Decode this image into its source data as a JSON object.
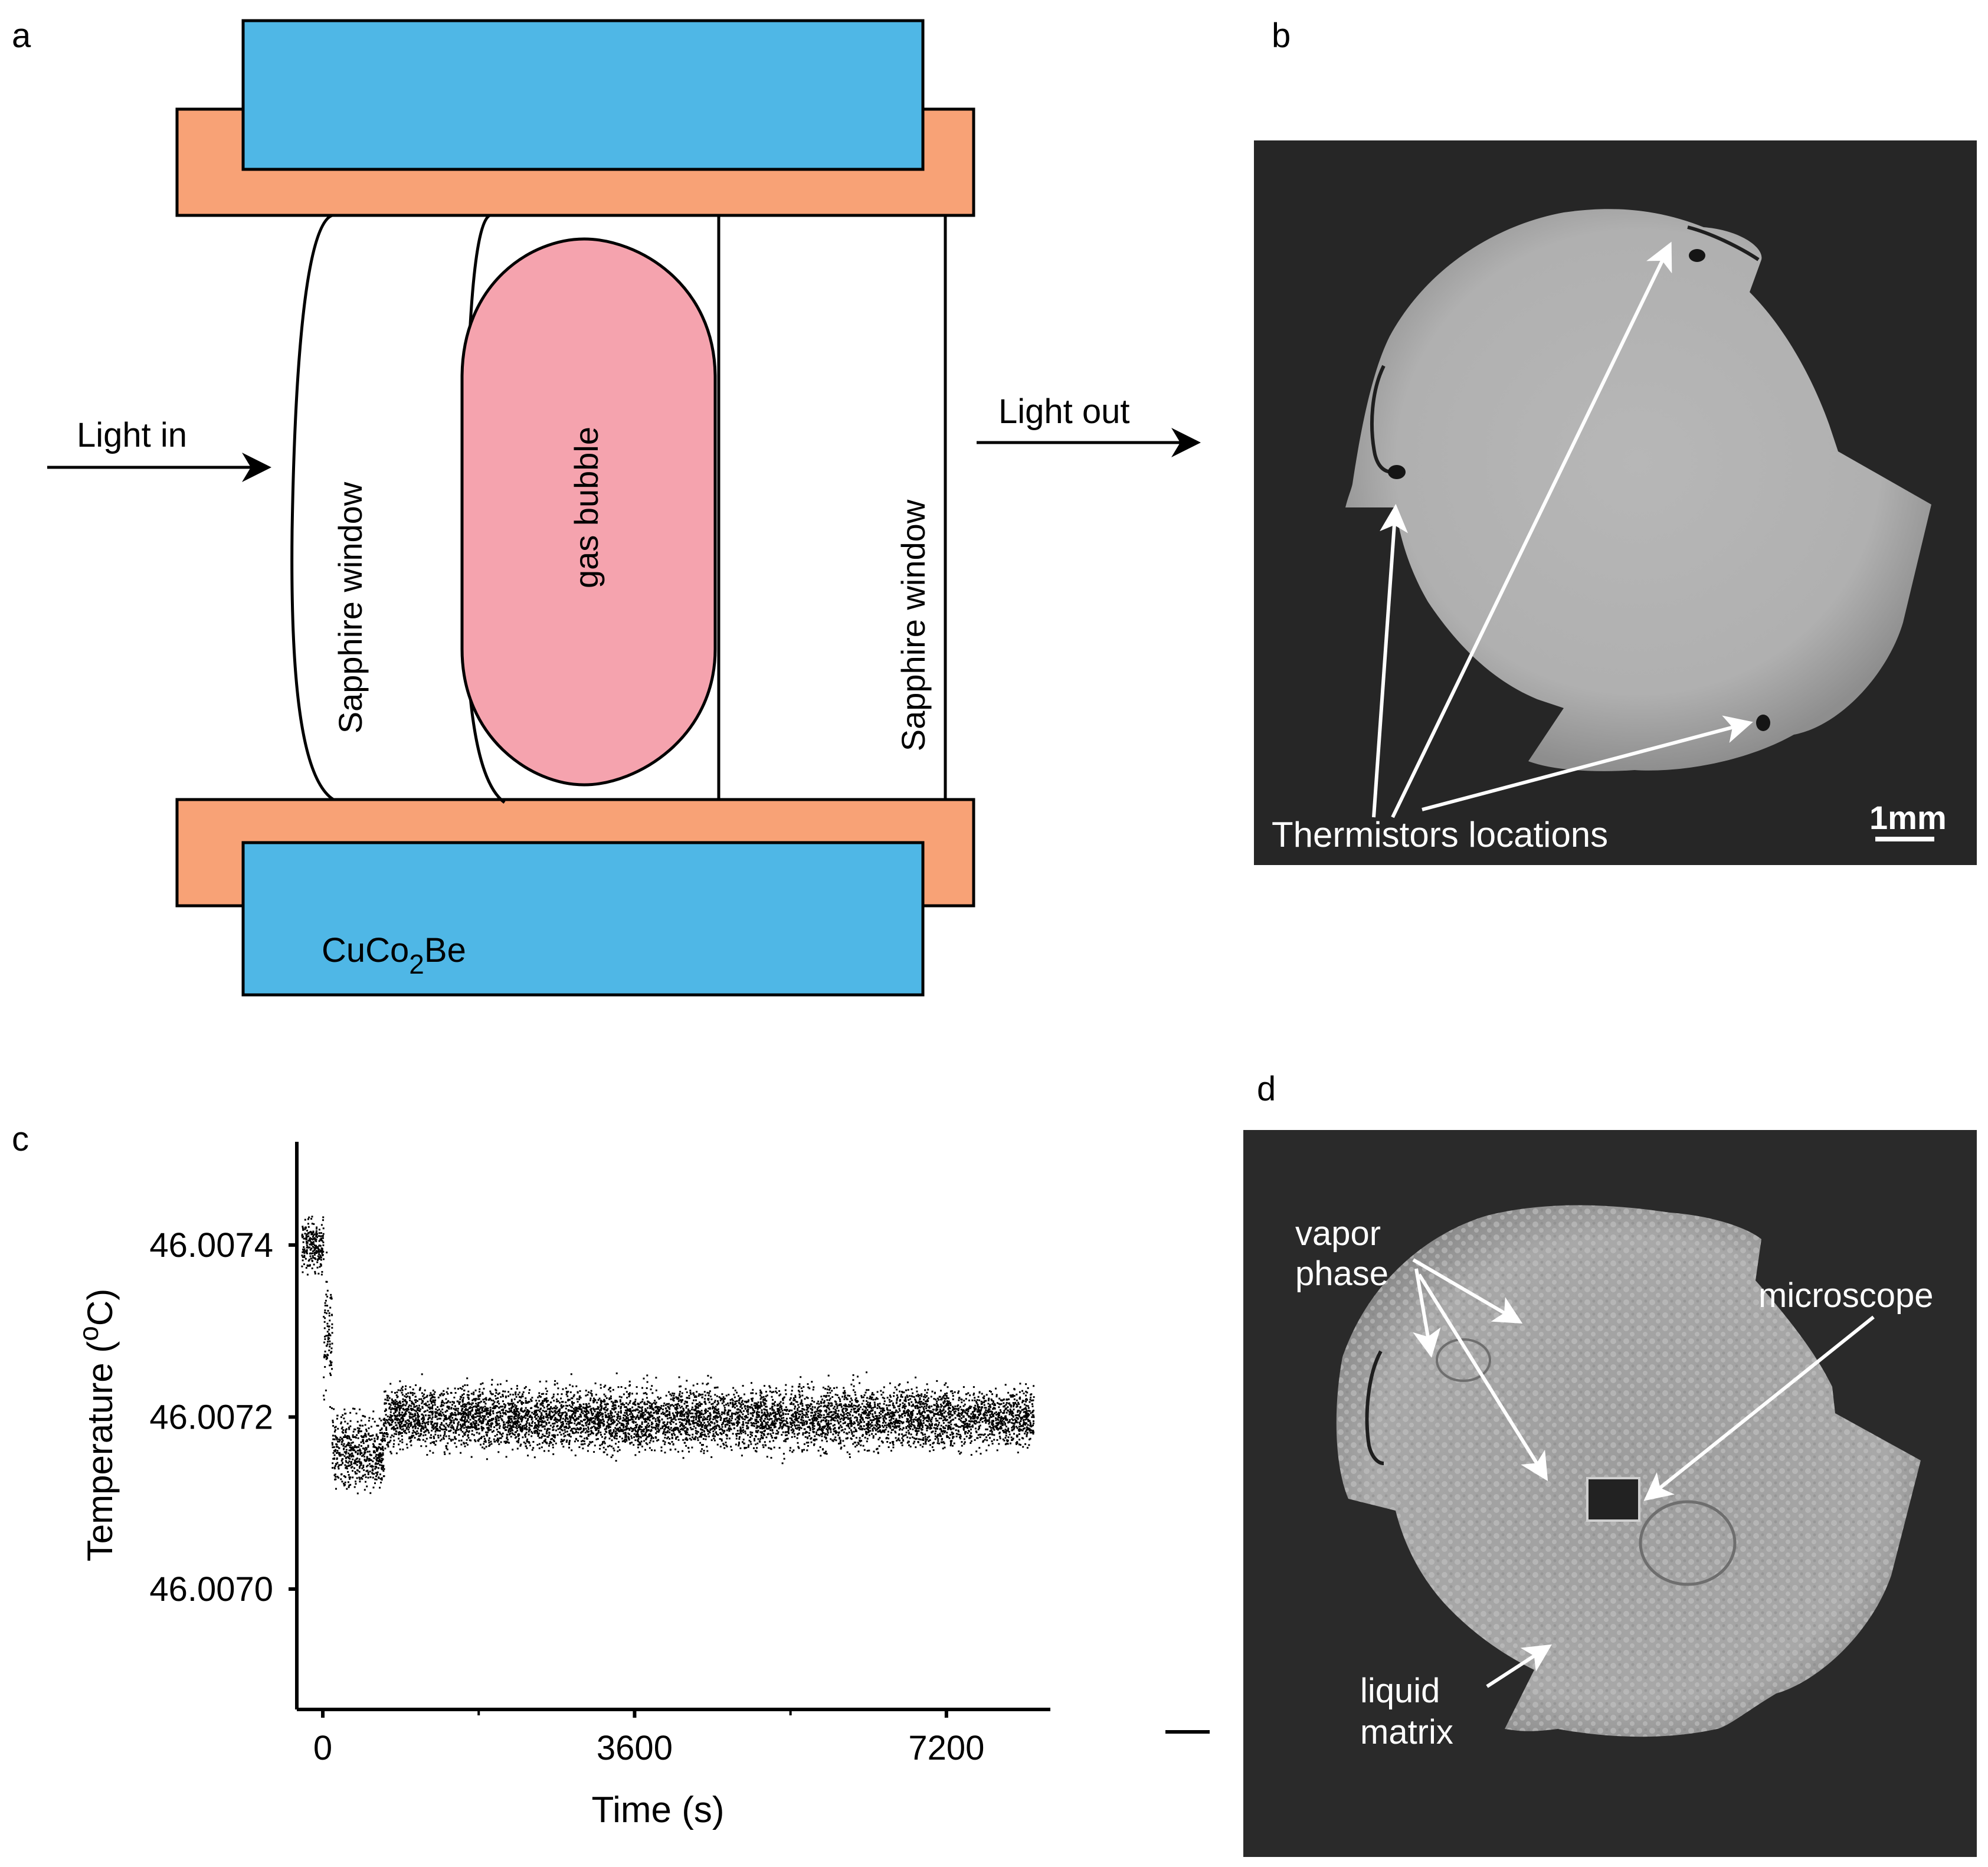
{
  "panel_labels": {
    "a": "a",
    "b": "b",
    "c": "c",
    "d": "d"
  },
  "panel_a": {
    "light_in": "Light in",
    "light_out": "Light out",
    "window_left": "Sapphire window",
    "window_right": "Sapphire window",
    "bubble": "gas bubble",
    "material_base": "CuCo",
    "material_sub": "2",
    "material_tail": "Be",
    "colors": {
      "clamp": "#f8a276",
      "block": "#4fb7e6",
      "bubble": "#f5a3ae"
    }
  },
  "panel_b": {
    "annotation": "Thermistors locations",
    "scale_label": "1mm"
  },
  "panel_d": {
    "vapor_line1": "vapor",
    "vapor_line2": "phase",
    "microscope": "microscope",
    "liquid_line1": "liquid",
    "liquid_line2": "matrix"
  },
  "chart_data": {
    "type": "scatter",
    "xlabel": "Time (s)",
    "ylabel_prefix": "Temperature (",
    "ylabel_sup": "o",
    "ylabel_suffix": "C)",
    "x_ticks": [
      0,
      3600,
      7200
    ],
    "x_tick_labels": [
      "0",
      "3600",
      "7200"
    ],
    "y_ticks": [
      46.007,
      46.0072,
      46.0074
    ],
    "y_tick_labels": [
      "46.0070",
      "46.0072",
      "46.0074"
    ],
    "xlim": [
      -300,
      8400
    ],
    "ylim": [
      46.00686,
      46.00752
    ],
    "grid": false,
    "series": [
      {
        "color": "#000000",
        "segments": [
          {
            "x_range": [
              -250,
              0
            ],
            "y_center": 46.0074,
            "spread": 5e-05
          },
          {
            "x_range": [
              0,
              100
            ],
            "y_center": 46.0073,
            "spread": 0.00012
          },
          {
            "x_range": [
              100,
              700
            ],
            "y_center": 46.00716,
            "spread": 7e-05
          },
          {
            "x_range": [
              700,
              8200
            ],
            "y_center": 46.0072,
            "spread": 6e-05
          }
        ]
      }
    ]
  }
}
